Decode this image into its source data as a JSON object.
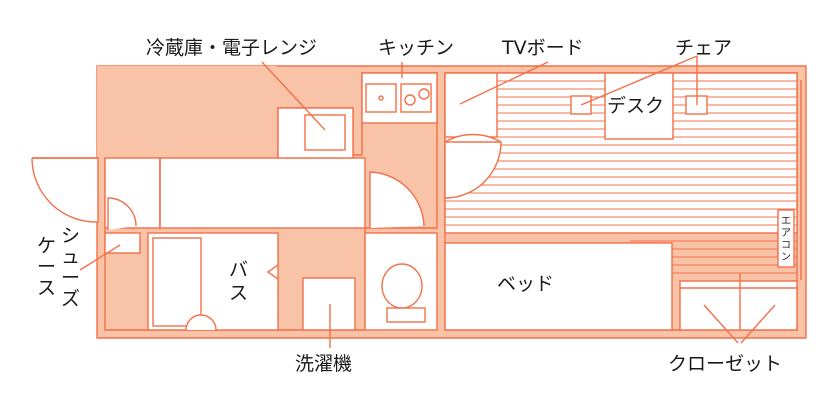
{
  "labels": {
    "fridge_microwave": "冷蔵庫・電子レンジ",
    "kitchen": "キッチン",
    "tv_board": "TVボード",
    "chair": "チェア",
    "desk": "デスク",
    "shoe_case": [
      "シ",
      "ュ",
      "ー",
      "ズ",
      "ケ",
      "ー",
      "ス"
    ],
    "bath": [
      "バ",
      "ス"
    ],
    "bed": "ベッド",
    "aircon": [
      "エ",
      "ア",
      "コ",
      "ン"
    ],
    "washer": "洗濯機",
    "closet": "クローゼット"
  },
  "colors": {
    "line": "#f2704a",
    "fill": "#f9c3a7",
    "text": "#1a1a1a",
    "background": "#ffffff"
  }
}
